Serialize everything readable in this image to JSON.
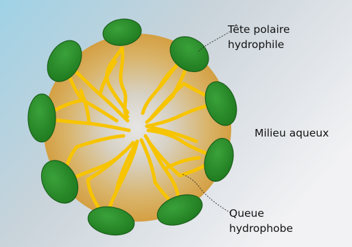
{
  "labels": {
    "head": {
      "line1": "Tête polaire",
      "line2": "hydrophile"
    },
    "medium": "Milieu aqueux",
    "tail": {
      "line1": "Queue",
      "line2": "hydrophobe"
    }
  },
  "colors": {
    "background_left": "#9fd2e6",
    "background_right": "#e2e4e8",
    "core_outer": "#d8ad5a",
    "core_inner": "#d3d3d3",
    "tail_strand": "#f7c400",
    "head_fill": "#2a8a2a",
    "head_stroke": "#1b5e1b",
    "leader_line": "#333333"
  }
}
